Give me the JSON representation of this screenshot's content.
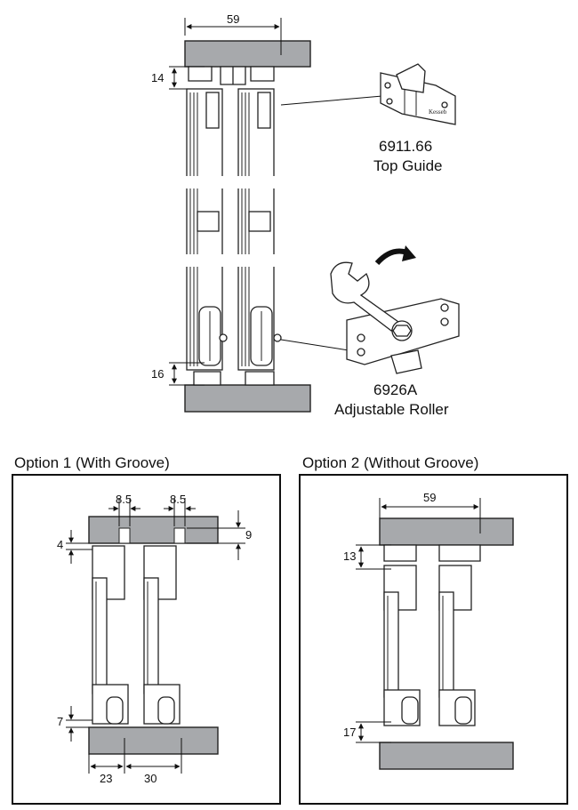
{
  "top_diagram": {
    "width_dim": "59",
    "top_gap_dim": "14",
    "bottom_gap_dim": "16"
  },
  "callouts": {
    "top_guide_code": "6911.66",
    "top_guide_name": "Top Guide",
    "roller_code": "6926A",
    "roller_name": "Adjustable Roller",
    "guide_brand": "Kesseb"
  },
  "option1": {
    "title": "Option 1 (With Groove)",
    "groove_w_left": "8.5",
    "groove_w_right": "8.5",
    "groove_depth": "9",
    "top_gap": "4",
    "bottom_gap": "7",
    "offset_left": "23",
    "offset_center": "30"
  },
  "option2": {
    "title": "Option 2 (Without Groove)",
    "width_dim": "59",
    "top_gap": "13",
    "bottom_gap": "17"
  }
}
